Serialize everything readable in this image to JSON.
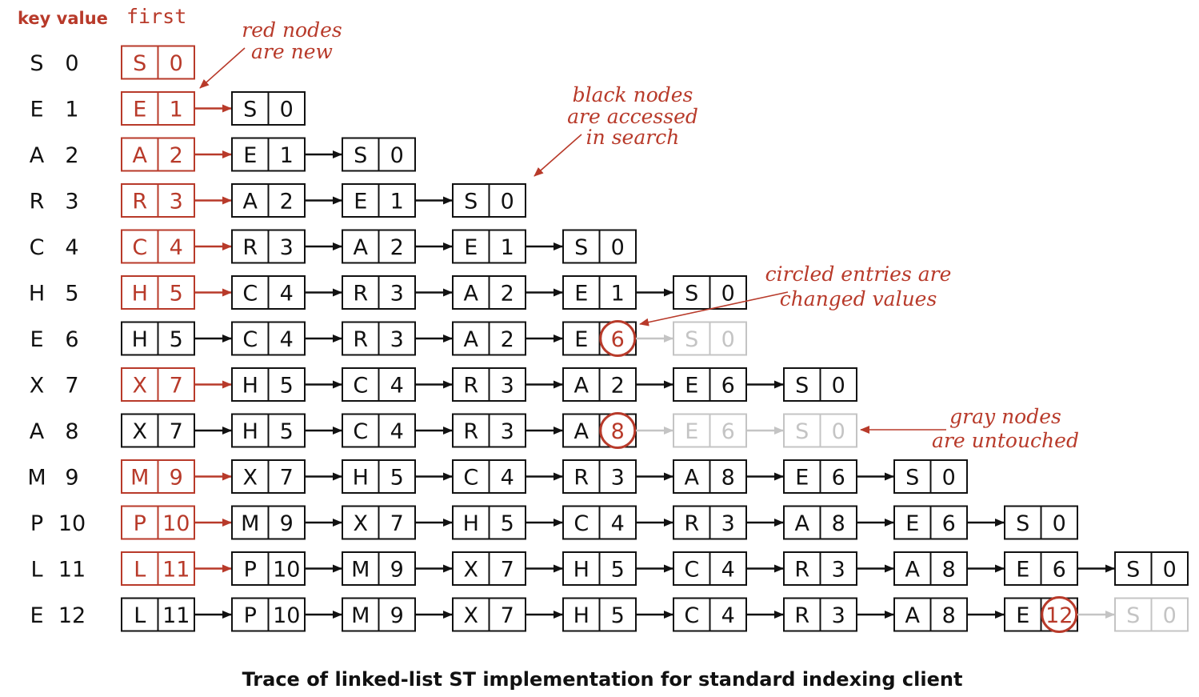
{
  "header": {
    "key_value_label": "key value",
    "first_label": "first"
  },
  "colors": {
    "new": "#b83a2a",
    "accessed": "#111111",
    "untouched": "#c4c4c4",
    "changed_circle": "#b83a2a"
  },
  "rows": [
    {
      "key": "S",
      "value": "0",
      "nodes": [
        [
          "S",
          "0",
          "new"
        ]
      ]
    },
    {
      "key": "E",
      "value": "1",
      "nodes": [
        [
          "E",
          "1",
          "new"
        ],
        [
          "S",
          "0",
          "accessed"
        ]
      ]
    },
    {
      "key": "A",
      "value": "2",
      "nodes": [
        [
          "A",
          "2",
          "new"
        ],
        [
          "E",
          "1",
          "accessed"
        ],
        [
          "S",
          "0",
          "accessed"
        ]
      ]
    },
    {
      "key": "R",
      "value": "3",
      "nodes": [
        [
          "R",
          "3",
          "new"
        ],
        [
          "A",
          "2",
          "accessed"
        ],
        [
          "E",
          "1",
          "accessed"
        ],
        [
          "S",
          "0",
          "accessed"
        ]
      ]
    },
    {
      "key": "C",
      "value": "4",
      "nodes": [
        [
          "C",
          "4",
          "new"
        ],
        [
          "R",
          "3",
          "accessed"
        ],
        [
          "A",
          "2",
          "accessed"
        ],
        [
          "E",
          "1",
          "accessed"
        ],
        [
          "S",
          "0",
          "accessed"
        ]
      ]
    },
    {
      "key": "H",
      "value": "5",
      "nodes": [
        [
          "H",
          "5",
          "new"
        ],
        [
          "C",
          "4",
          "accessed"
        ],
        [
          "R",
          "3",
          "accessed"
        ],
        [
          "A",
          "2",
          "accessed"
        ],
        [
          "E",
          "1",
          "accessed"
        ],
        [
          "S",
          "0",
          "accessed"
        ]
      ]
    },
    {
      "key": "E",
      "value": "6",
      "nodes": [
        [
          "H",
          "5",
          "accessed"
        ],
        [
          "C",
          "4",
          "accessed"
        ],
        [
          "R",
          "3",
          "accessed"
        ],
        [
          "A",
          "2",
          "accessed"
        ],
        [
          "E",
          "6",
          "changed"
        ],
        [
          "S",
          "0",
          "untouched"
        ]
      ]
    },
    {
      "key": "X",
      "value": "7",
      "nodes": [
        [
          "X",
          "7",
          "new"
        ],
        [
          "H",
          "5",
          "accessed"
        ],
        [
          "C",
          "4",
          "accessed"
        ],
        [
          "R",
          "3",
          "accessed"
        ],
        [
          "A",
          "2",
          "accessed"
        ],
        [
          "E",
          "6",
          "accessed"
        ],
        [
          "S",
          "0",
          "accessed"
        ]
      ]
    },
    {
      "key": "A",
      "value": "8",
      "nodes": [
        [
          "X",
          "7",
          "accessed"
        ],
        [
          "H",
          "5",
          "accessed"
        ],
        [
          "C",
          "4",
          "accessed"
        ],
        [
          "R",
          "3",
          "accessed"
        ],
        [
          "A",
          "8",
          "changed"
        ],
        [
          "E",
          "6",
          "untouched"
        ],
        [
          "S",
          "0",
          "untouched"
        ]
      ]
    },
    {
      "key": "M",
      "value": "9",
      "nodes": [
        [
          "M",
          "9",
          "new"
        ],
        [
          "X",
          "7",
          "accessed"
        ],
        [
          "H",
          "5",
          "accessed"
        ],
        [
          "C",
          "4",
          "accessed"
        ],
        [
          "R",
          "3",
          "accessed"
        ],
        [
          "A",
          "8",
          "accessed"
        ],
        [
          "E",
          "6",
          "accessed"
        ],
        [
          "S",
          "0",
          "accessed"
        ]
      ]
    },
    {
      "key": "P",
      "value": "10",
      "nodes": [
        [
          "P",
          "10",
          "new"
        ],
        [
          "M",
          "9",
          "accessed"
        ],
        [
          "X",
          "7",
          "accessed"
        ],
        [
          "H",
          "5",
          "accessed"
        ],
        [
          "C",
          "4",
          "accessed"
        ],
        [
          "R",
          "3",
          "accessed"
        ],
        [
          "A",
          "8",
          "accessed"
        ],
        [
          "E",
          "6",
          "accessed"
        ],
        [
          "S",
          "0",
          "accessed"
        ]
      ]
    },
    {
      "key": "L",
      "value": "11",
      "nodes": [
        [
          "L",
          "11",
          "new"
        ],
        [
          "P",
          "10",
          "accessed"
        ],
        [
          "M",
          "9",
          "accessed"
        ],
        [
          "X",
          "7",
          "accessed"
        ],
        [
          "H",
          "5",
          "accessed"
        ],
        [
          "C",
          "4",
          "accessed"
        ],
        [
          "R",
          "3",
          "accessed"
        ],
        [
          "A",
          "8",
          "accessed"
        ],
        [
          "E",
          "6",
          "accessed"
        ],
        [
          "S",
          "0",
          "accessed"
        ]
      ]
    },
    {
      "key": "E",
      "value": "12",
      "nodes": [
        [
          "L",
          "11",
          "accessed"
        ],
        [
          "P",
          "10",
          "accessed"
        ],
        [
          "M",
          "9",
          "accessed"
        ],
        [
          "X",
          "7",
          "accessed"
        ],
        [
          "H",
          "5",
          "accessed"
        ],
        [
          "C",
          "4",
          "accessed"
        ],
        [
          "R",
          "3",
          "accessed"
        ],
        [
          "A",
          "8",
          "accessed"
        ],
        [
          "E",
          "12",
          "changed"
        ],
        [
          "S",
          "0",
          "untouched"
        ]
      ]
    }
  ],
  "annotations": {
    "red_nodes": [
      "red nodes",
      "are new"
    ],
    "black_nodes": [
      "black nodes",
      "are accessed",
      "in search"
    ],
    "circled": [
      "circled entries are",
      "changed values"
    ],
    "gray_nodes": [
      "gray nodes",
      "are untouched"
    ]
  },
  "caption": "Trace of linked-list ST implementation for standard indexing client"
}
